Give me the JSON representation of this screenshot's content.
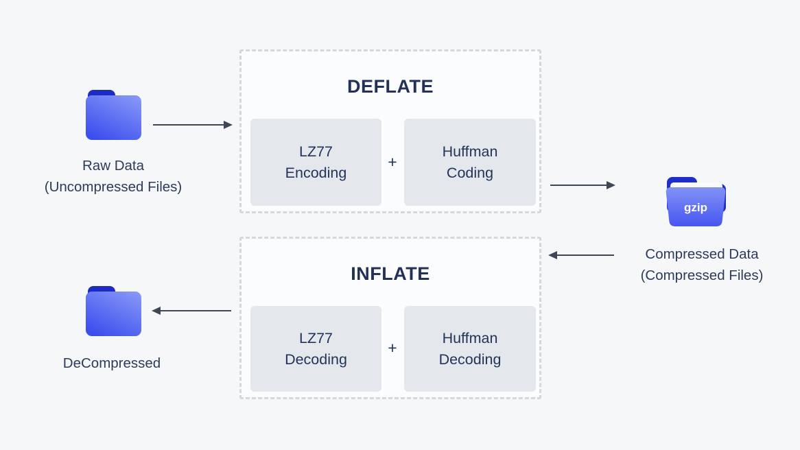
{
  "nodes": {
    "raw": {
      "title": "Raw Data",
      "subtitle": "(Uncompressed Files)"
    },
    "compressed": {
      "title": "Compressed Data",
      "subtitle": "(Compressed Files)",
      "folder_label": "gzip"
    },
    "decompressed": {
      "title": "DeCompressed"
    }
  },
  "processes": {
    "deflate": {
      "title": "DEFLATE",
      "operator": "+",
      "steps": [
        {
          "line1": "LZ77",
          "line2": "Encoding"
        },
        {
          "line1": "Huffman",
          "line2": "Coding"
        }
      ]
    },
    "inflate": {
      "title": "INFLATE",
      "operator": "+",
      "steps": [
        {
          "line1": "LZ77",
          "line2": "Decoding"
        },
        {
          "line1": "Huffman",
          "line2": "Decoding"
        }
      ]
    }
  },
  "icons": {
    "raw_folder": "folder-closed-icon",
    "compressed_folder": "folder-open-gzip-icon",
    "decompressed_folder": "folder-closed-icon"
  },
  "colors": {
    "page_background": "#f5f7f9",
    "process_box_background": "#fbfcfd",
    "process_box_border": "#d3d7de",
    "step_box_background": "#e4e7eb",
    "title_text": "#233159",
    "label_text": "#2c3b57",
    "arrow": "#3d4854",
    "folder_blue_light": "#8494f6",
    "folder_blue_dark": "#3c4fee",
    "folder_tab_dark": "#1c2bc6"
  }
}
